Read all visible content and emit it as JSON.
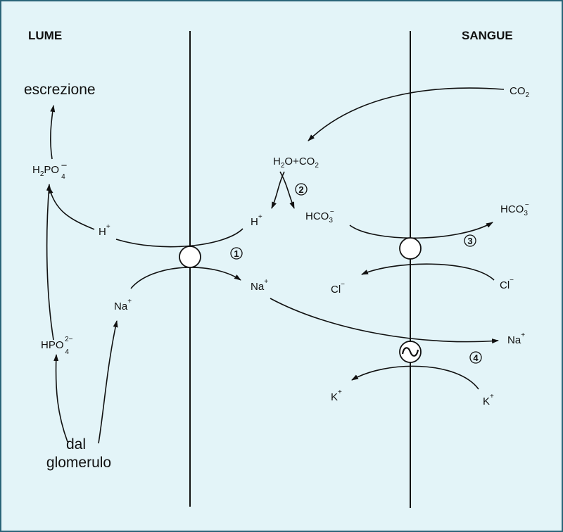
{
  "headers": {
    "lume": "LUME",
    "sangue": "SANGUE"
  },
  "labels": {
    "escrezione": "escrezione",
    "h2po4": {
      "base": "H",
      "s1": "2",
      "mid": "PO",
      "s2": "4",
      "sup": "−"
    },
    "hpo4": {
      "base": "HPO",
      "s1": "4",
      "sup": "2−"
    },
    "dal": "dal",
    "glomerulo": "glomerulo",
    "h_lumen": {
      "base": "H",
      "sup": "+"
    },
    "na_lumen": {
      "base": "Na",
      "sup": "+"
    },
    "h_cell": {
      "base": "H",
      "sup": "+"
    },
    "na_cell": {
      "base": "Na",
      "sup": "+"
    },
    "h2o_co2": {
      "a": "H",
      "s1": "2",
      "b": "O+CO",
      "s2": "2"
    },
    "hco3_cell": {
      "base": "HCO",
      "s1": "3",
      "sup": "−"
    },
    "cl_cell": {
      "base": "Cl",
      "sup": "−"
    },
    "co2_blood": {
      "base": "CO",
      "s1": "2"
    },
    "hco3_blood": {
      "base": "HCO",
      "s1": "3",
      "sup": "−"
    },
    "cl_blood": {
      "base": "Cl",
      "sup": "−"
    },
    "na_blood": {
      "base": "Na",
      "sup": "+"
    },
    "k_cell": {
      "base": "K",
      "sup": "+"
    },
    "k_blood": {
      "base": "K",
      "sup": "+"
    }
  },
  "steps": [
    "1",
    "2",
    "3",
    "4"
  ]
}
